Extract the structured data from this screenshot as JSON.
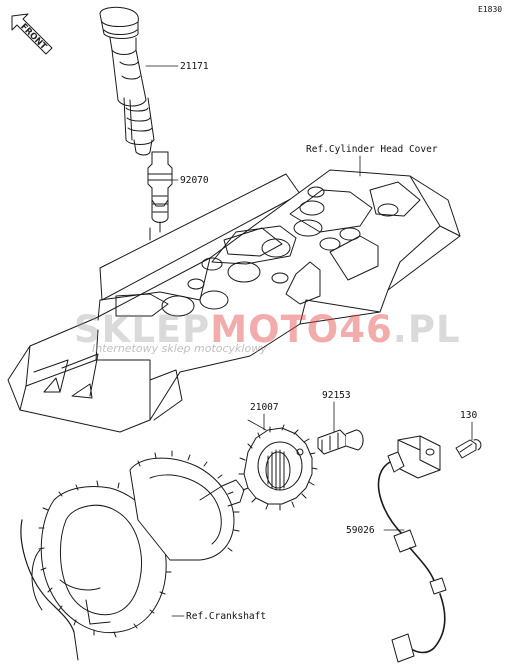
{
  "diagram": {
    "code": "E1830",
    "direction_label": "FRONT",
    "parts": [
      {
        "id": "21171"
      },
      {
        "id": "92070"
      },
      {
        "id": "21007"
      },
      {
        "id": "92153"
      },
      {
        "id": "130"
      },
      {
        "id": "59026"
      }
    ],
    "references": {
      "cylinder_head_cover": "Ref.Cylinder Head Cover",
      "crankshaft": "Ref.Crankshaft"
    },
    "watermark": {
      "brand_gray": "SKLEP",
      "brand_red": "MOTO46",
      "brand_suffix": ".PL",
      "tagline": "Internetowy sklep motocyklowy"
    }
  },
  "colors": {
    "line": "#1a1a1a",
    "watermark_red": "#e24646",
    "watermark_gray": "#969696"
  }
}
